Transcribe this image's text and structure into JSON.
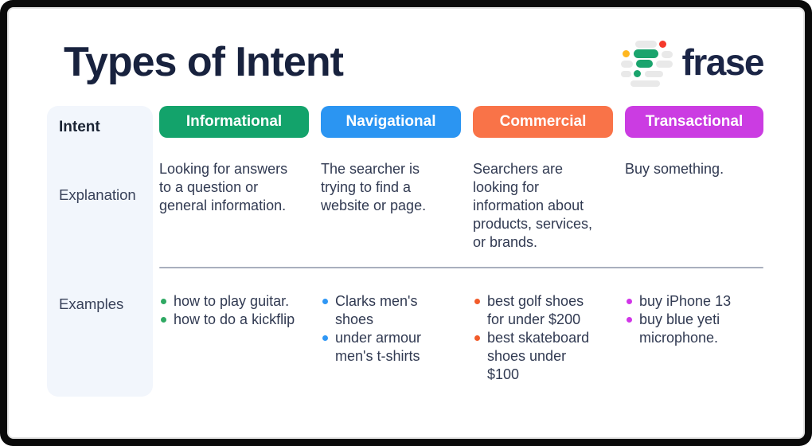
{
  "header": {
    "title": "Types of Intent",
    "logo": {
      "text": "frase",
      "icon_colors": {
        "gray": "#E9E9E9",
        "green": "#1AA46D",
        "red": "#F5392C",
        "yellow": "#FFB71F"
      }
    }
  },
  "table": {
    "row_labels": {
      "intent": "Intent",
      "explanation": "Explanation",
      "examples": "Examples"
    },
    "divider_color": "#A9AFBE",
    "columns": [
      {
        "label": "Informational",
        "color": "#13A36B",
        "bullet_color": "#2FA963",
        "explanation": "Looking for answers to a question or general information.",
        "examples": [
          "how to play guitar.",
          "how to do a kickflip"
        ]
      },
      {
        "label": "Navigational",
        "color": "#2B95F2",
        "bullet_color": "#2F97F5",
        "explanation": "The searcher is trying to find a website or page.",
        "examples": [
          "Clarks men's shoes",
          "under armour men's t-shirts"
        ]
      },
      {
        "label": "Commercial",
        "color": "#F97348",
        "bullet_color": "#F25B2A",
        "explanation": "Searchers are looking for information about products, services, or brands.",
        "examples": [
          "best golf shoes for under $200",
          "best skateboard shoes under $100"
        ]
      },
      {
        "label": "Transactional",
        "color": "#CB3CE2",
        "bullet_color": "#D135E8",
        "explanation": "Buy something.",
        "examples": [
          "buy iPhone 13",
          "buy blue yeti microphone."
        ]
      }
    ]
  }
}
